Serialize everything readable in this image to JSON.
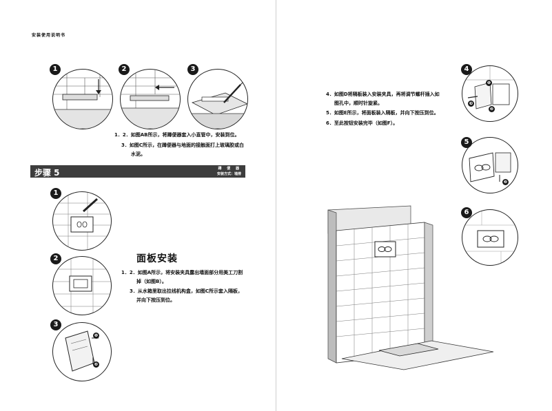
{
  "header": {
    "title": "安装使用说明书"
  },
  "top_steps": {
    "markers": [
      "1",
      "2",
      "3"
    ],
    "text1": "1．2．如图AB所示，将蹲便器套入小直管中，安装到位。",
    "text2a": "3．如图C所示，在蹲便器与地面的接触面打上玻璃胶或白",
    "text2b": "水泥。"
  },
  "section": {
    "title": "步骤 5",
    "right_line1": "蹲 便 器",
    "right_line2": "安装方式：墙排",
    "markers": [
      "1",
      "2",
      "3"
    ],
    "panel_heading": "面板安装",
    "p1a": "1．2．如图A所示，将安装夹具露出墙面部分用美工刀割",
    "p1b": "掉（如图B）。",
    "p2a": "3．从水箱里取出拉线机构盒，如图C所示套入隔板，",
    "p2b": "并向下按压到位。"
  },
  "right": {
    "markers": [
      "4",
      "5",
      "6"
    ],
    "s4a": "4．如图D将隔板装入安装夹具，再将调节螺杆插入如",
    "s4b": "图孔中，顺时针旋紧。",
    "s5": "5．如图E所示，将面板装入隔板，并向下按压到位。",
    "s6": "6．至此按钮安装完毕（如图F）。",
    "callouts": [
      "❶",
      "❷",
      "❸"
    ]
  }
}
